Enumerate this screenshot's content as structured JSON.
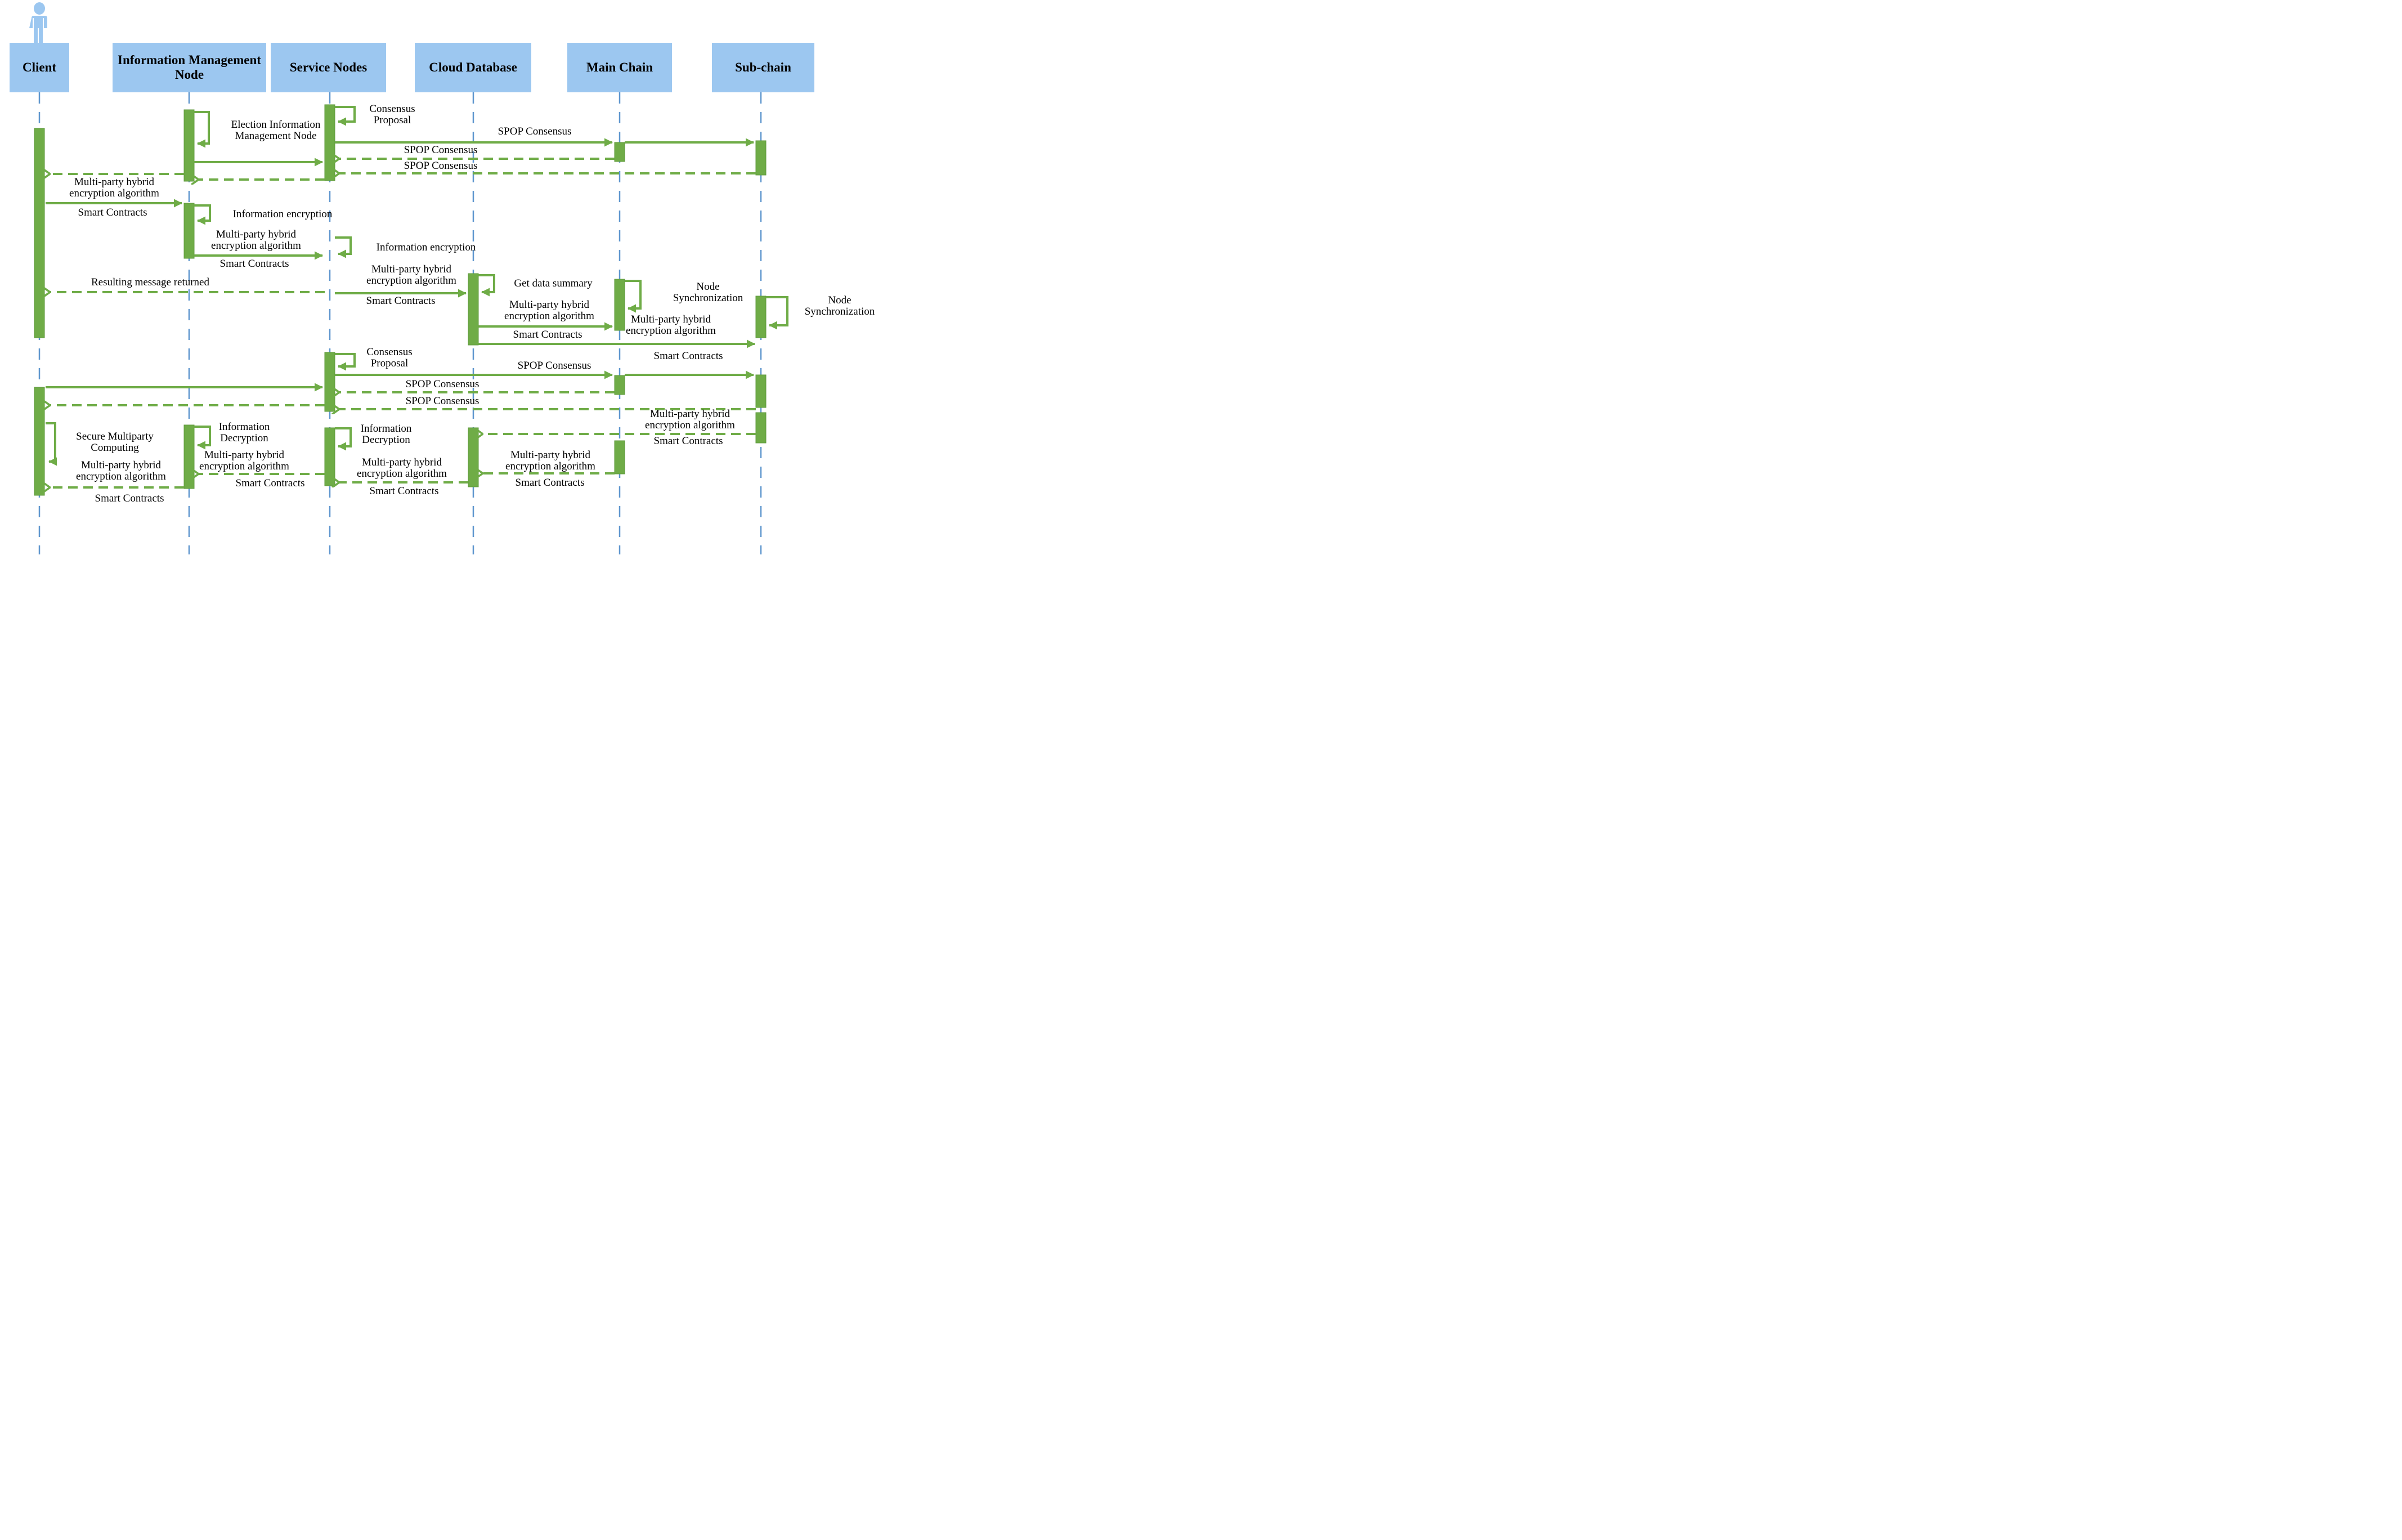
{
  "diagram_type": "uml-sequence-diagram",
  "colors": {
    "actor_box_fill": "#9CC7F0",
    "lifeline_blue": "#5E96CE",
    "message_green": "#6FAC47",
    "text": "#000000"
  },
  "icons": {
    "client_actor": "person-icon"
  },
  "actors": [
    {
      "name": "Client"
    },
    {
      "name": "Information Management Node"
    },
    {
      "name": "Service Nodes"
    },
    {
      "name": "Cloud Database"
    },
    {
      "name": "Main Chain"
    },
    {
      "name": "Sub-chain"
    }
  ],
  "messages": [
    {
      "text": "Consensus\nProposal"
    },
    {
      "text": "Election Information\nManagement Node"
    },
    {
      "text": "SPOP Consensus"
    },
    {
      "text": "SPOP Consensus"
    },
    {
      "text": "SPOP Consensus"
    },
    {
      "text": "Multi-party hybrid\nencryption algorithm"
    },
    {
      "text": "Smart Contracts"
    },
    {
      "text": "Information encryption"
    },
    {
      "text": "Multi-party hybrid\nencryption algorithm"
    },
    {
      "text": "Smart Contracts"
    },
    {
      "text": "Information encryption"
    },
    {
      "text": "Resulting message returned"
    },
    {
      "text": "Multi-party hybrid\nencryption algorithm"
    },
    {
      "text": "Smart Contracts"
    },
    {
      "text": "Get data summary"
    },
    {
      "text": "Multi-party hybrid\nencryption algorithm"
    },
    {
      "text": "Smart Contracts"
    },
    {
      "text": "Node\nSynchronization"
    },
    {
      "text": "Multi-party hybrid\nencryption algorithm"
    },
    {
      "text": "Smart Contracts"
    },
    {
      "text": "Node\nSynchronization"
    },
    {
      "text": "Consensus\nProposal"
    },
    {
      "text": "SPOP Consensus"
    },
    {
      "text": "SPOP Consensus"
    },
    {
      "text": "SPOP Consensus"
    },
    {
      "text": "Multi-party hybrid\nencryption algorithm"
    },
    {
      "text": "Smart Contracts"
    },
    {
      "text": "Secure Multiparty\nComputing"
    },
    {
      "text": "Information\nDecryption"
    },
    {
      "text": "Information\nDecryption"
    },
    {
      "text": "Multi-party hybrid\nencryption algorithm"
    },
    {
      "text": "Smart Contracts"
    },
    {
      "text": "Multi-party hybrid\nencryption algorithm"
    },
    {
      "text": "Smart Contracts"
    },
    {
      "text": "Multi-party hybrid\nencryption algorithm"
    },
    {
      "text": "Smart Contracts"
    },
    {
      "text": "Multi-party hybrid\nencryption algorithm"
    },
    {
      "text": "Smart Contracts"
    }
  ]
}
